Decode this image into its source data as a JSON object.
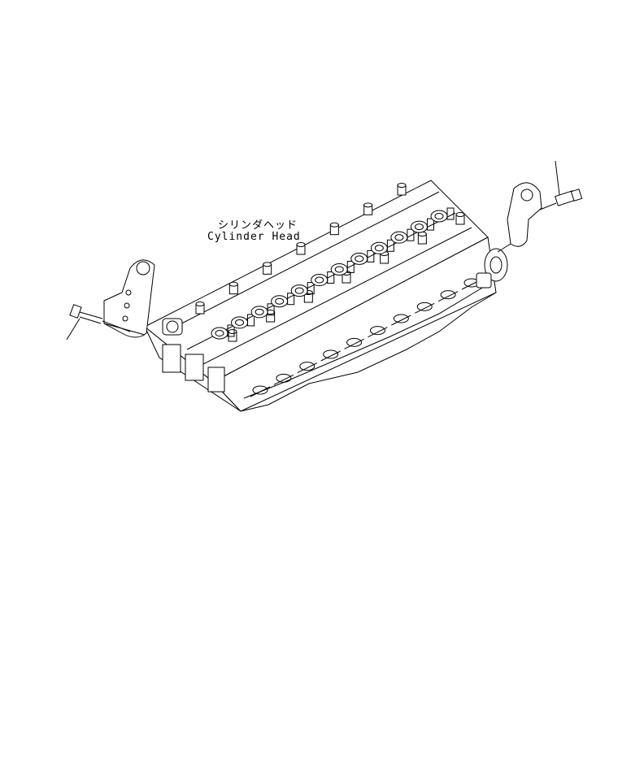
{
  "label": {
    "japanese": "シリンダヘッド",
    "english": "Cylinder Head"
  },
  "parts": {
    "main_part_icon": "cylinder-head-drawing",
    "left_bracket_icon": "lifting-bracket-left-drawing",
    "right_bracket_icon": "lifting-bracket-right-drawing",
    "left_bolt_icon": "bolt-left-drawing",
    "right_bolt_icon": "bolt-right-drawing"
  }
}
